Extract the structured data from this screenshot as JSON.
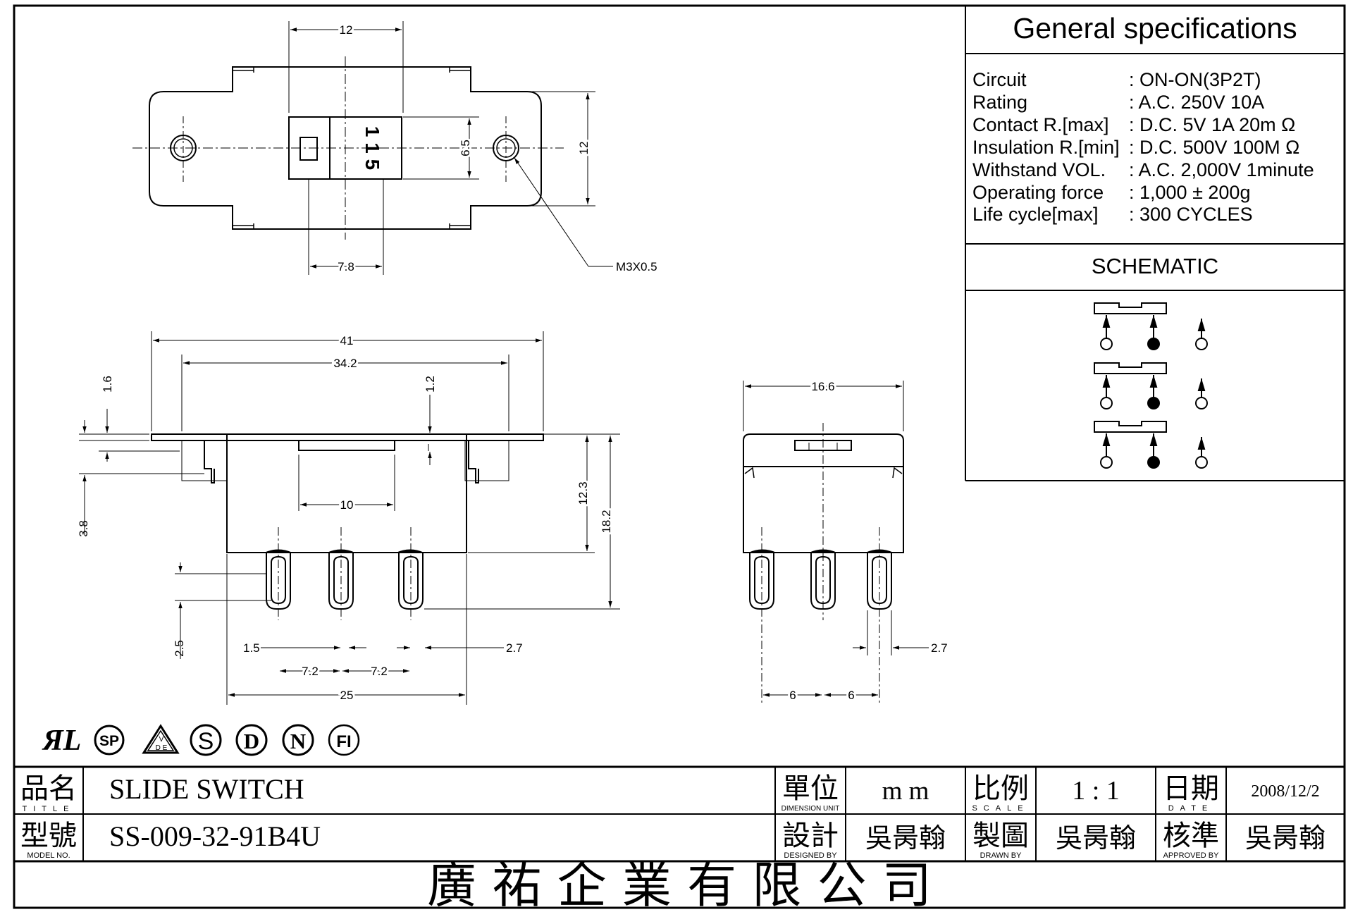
{
  "specs": {
    "title": "General specifications",
    "rows": [
      {
        "label": "Circuit",
        "value": ": ON-ON(3P2T)"
      },
      {
        "label": "Rating",
        "value": ": A.C. 250V 10A"
      },
      {
        "label": "Contact R.[max]",
        "value": ": D.C. 5V 1A 20m Ω"
      },
      {
        "label": "Insulation R.[min]",
        "value": ": D.C. 500V 100M Ω"
      },
      {
        "label": "Withstand VOL.",
        "value": ": A.C. 2,000V 1minute"
      },
      {
        "label": "Operating force",
        "value": ": 1,000 ± 200g"
      },
      {
        "label": "Life cycle[max]",
        "value": ": 300 CYCLES"
      }
    ],
    "schematic_title": "SCHEMATIC"
  },
  "top_view": {
    "dim_width": "12",
    "dim_height": "12",
    "dim_slot": "6.5",
    "dim_offset": "7.8",
    "thread": "M3X0.5",
    "marking": "1 1 5"
  },
  "front_view": {
    "dim_41": "41",
    "dim_34_2": "34.2",
    "dim_1_6": "1.6",
    "dim_1_2": "1.2",
    "dim_10": "10",
    "dim_3_8": "3.8",
    "dim_12_3": "12.3",
    "dim_18_2": "18.2",
    "dim_2_5": "2.5",
    "dim_1_5": "1.5",
    "dim_2_7": "2.7",
    "dim_7_2_a": "7.2",
    "dim_7_2_b": "7.2",
    "dim_25": "25"
  },
  "side_view": {
    "dim_16_6": "16.6",
    "dim_2_7": "2.7",
    "dim_6_a": "6",
    "dim_6_b": "6"
  },
  "certifications": [
    "UL",
    "CSA",
    "VDE",
    "S",
    "D",
    "N",
    "FI"
  ],
  "title_block": {
    "title_label": "品名",
    "title_sub": "TITLE",
    "title_value": "SLIDE SWITCH",
    "model_label": "型號",
    "model_sub": "MODEL NO.",
    "model_value": "SS-009-32-91B4U",
    "unit_label": "單位",
    "unit_sub": "DIMENSION UNIT",
    "unit_value": "m m",
    "scale_label": "比例",
    "scale_sub": "SCALE",
    "scale_value": "1 : 1",
    "date_label": "日期",
    "date_sub": "DATE",
    "date_value": "2008/12/2",
    "designed_label": "設計",
    "designed_sub": "DESIGNED BY",
    "designed_value": "吳昺翰",
    "drawn_label": "製圖",
    "drawn_sub": "DRAWN BY",
    "drawn_value": "吳昺翰",
    "approved_label": "核準",
    "approved_sub": "APPROVED BY",
    "approved_value": "吳昺翰",
    "company": "廣 祐 企 業 有 限 公 司"
  }
}
